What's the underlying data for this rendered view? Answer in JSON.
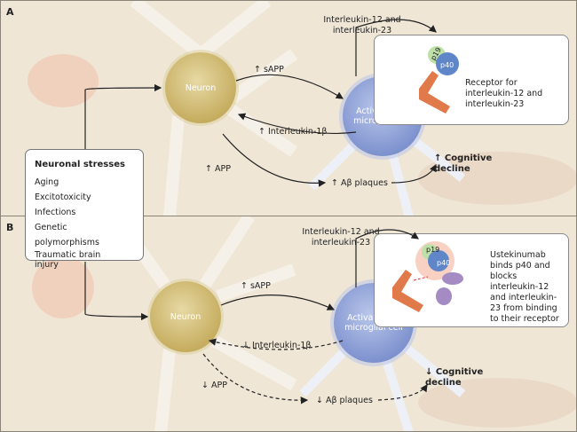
{
  "panel_a": {
    "label": "A",
    "neuron": "Neuron",
    "microglia": "Activation of microglial cell",
    "interleukin_12_23": "Interleukin-12 and interleukin-23",
    "sapp": "↑ sAPP",
    "il1b": "↑ Interleukin-1β",
    "app": "↑ APP",
    "abeta": "↑ Aβ plaques",
    "cognitive": "↑ Cognitive decline",
    "p19": "p19",
    "p40": "p40",
    "receptor_note": "Receptor for interleukin-12 and interleukin-23"
  },
  "panel_b": {
    "label": "B",
    "neuron": "Neuron",
    "microglia": "Activation of microglial cell",
    "interleukin_12_23": "Interleukin-12 and interleukin-23",
    "sapp": "↑ sAPP",
    "il1b": "↓ Interleukin-1β",
    "app": "↓ APP",
    "abeta": "↓ Aβ plaques",
    "cognitive": "↓ Cognitive decline",
    "p19": "p19",
    "p40": "p40",
    "ustekinumab_note": "Ustekinumab binds p40 and blocks interleukin-12 and interleukin-23 from binding to their receptor"
  },
  "stresses": {
    "title": "Neuronal stresses",
    "items": [
      "Aging",
      "Excitotoxicity",
      "Infections",
      "Genetic polymorphisms",
      "Traumatic brain injury"
    ]
  }
}
